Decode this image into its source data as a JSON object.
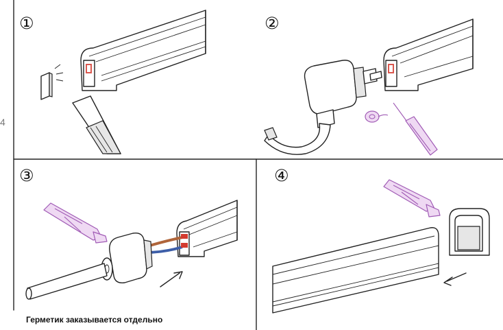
{
  "page": {
    "number": "4"
  },
  "steps": [
    "①",
    "②",
    "③",
    "④"
  ],
  "note": "Герметик заказывается отдельно",
  "colors": {
    "line": "#222222",
    "sealant": "#a05bb5",
    "sealant_fill": "#efd9f3",
    "wire_red": "#d33a2f",
    "wire_brown": "#b0653a",
    "wire_blue": "#3d5ea8"
  },
  "icons": [
    "knife-icon",
    "cap-icon",
    "sealant-tube-icon",
    "screwdriver-icon",
    "solder-spool-icon",
    "connector-plug-icon",
    "cable-icon",
    "arrow-icon"
  ]
}
